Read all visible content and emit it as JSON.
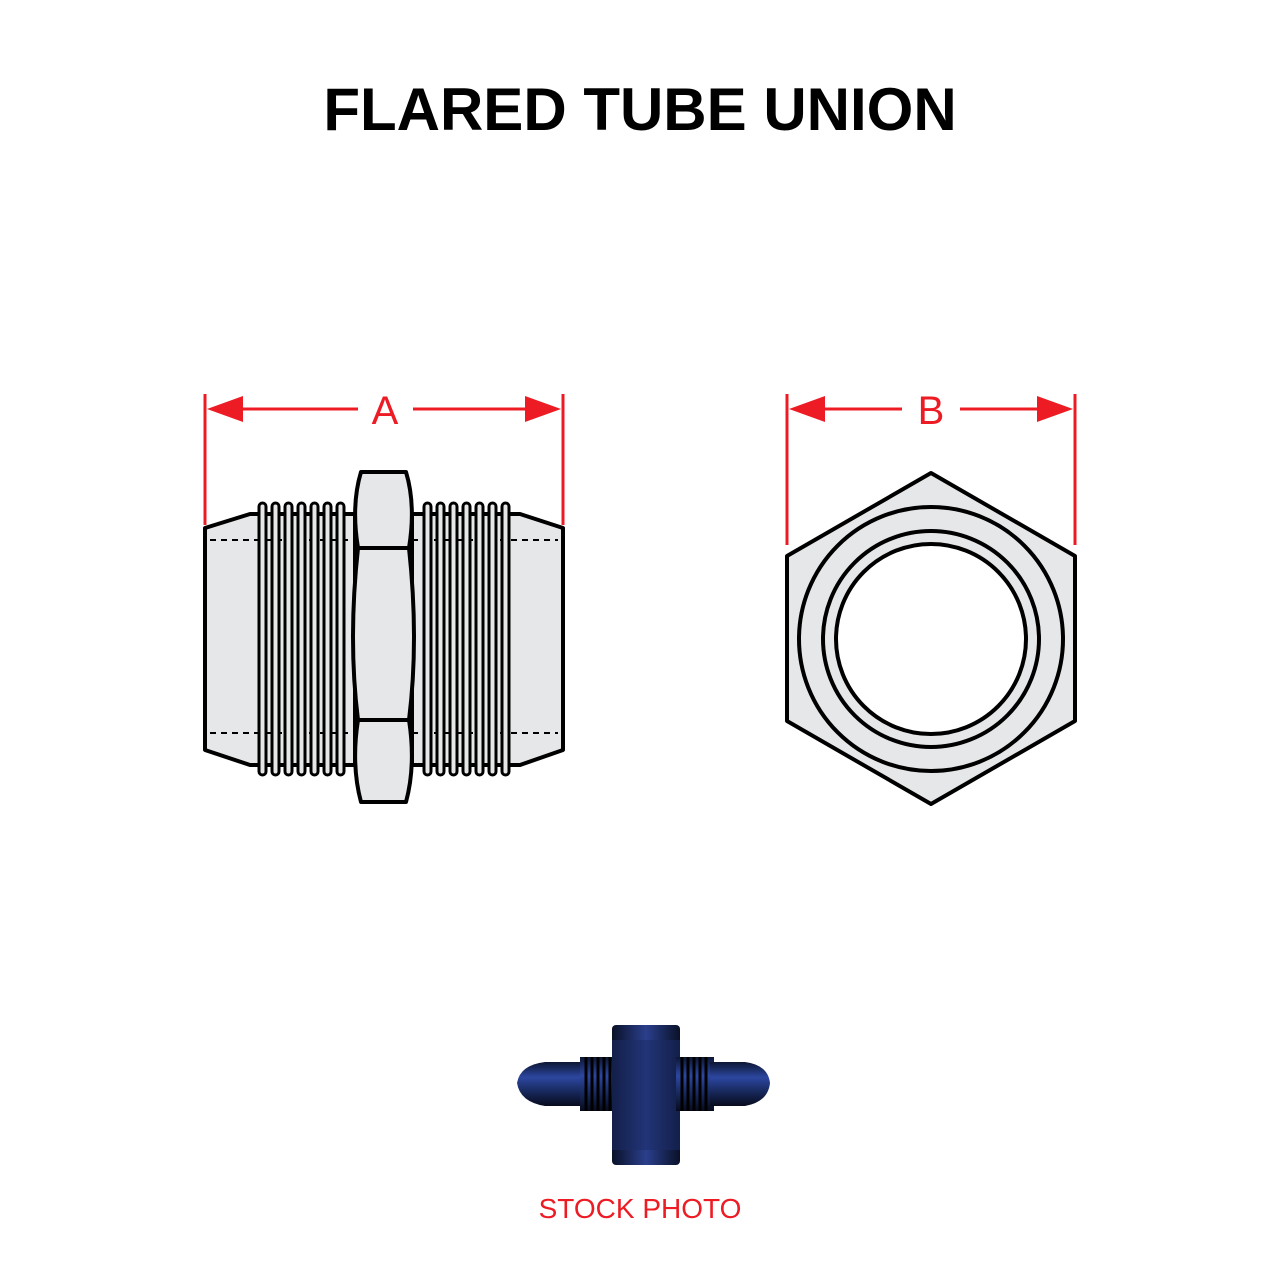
{
  "title": "FLARED TUBE UNION",
  "dimensions": {
    "a_label": "A",
    "b_label": "B"
  },
  "stock_photo": {
    "caption": "STOCK PHOTO"
  },
  "colors": {
    "dimension_red": "#ed1c24",
    "part_fill": "#e6e7e8",
    "outline": "#000000",
    "photo_anodized_blue": "#1c2f6b"
  }
}
